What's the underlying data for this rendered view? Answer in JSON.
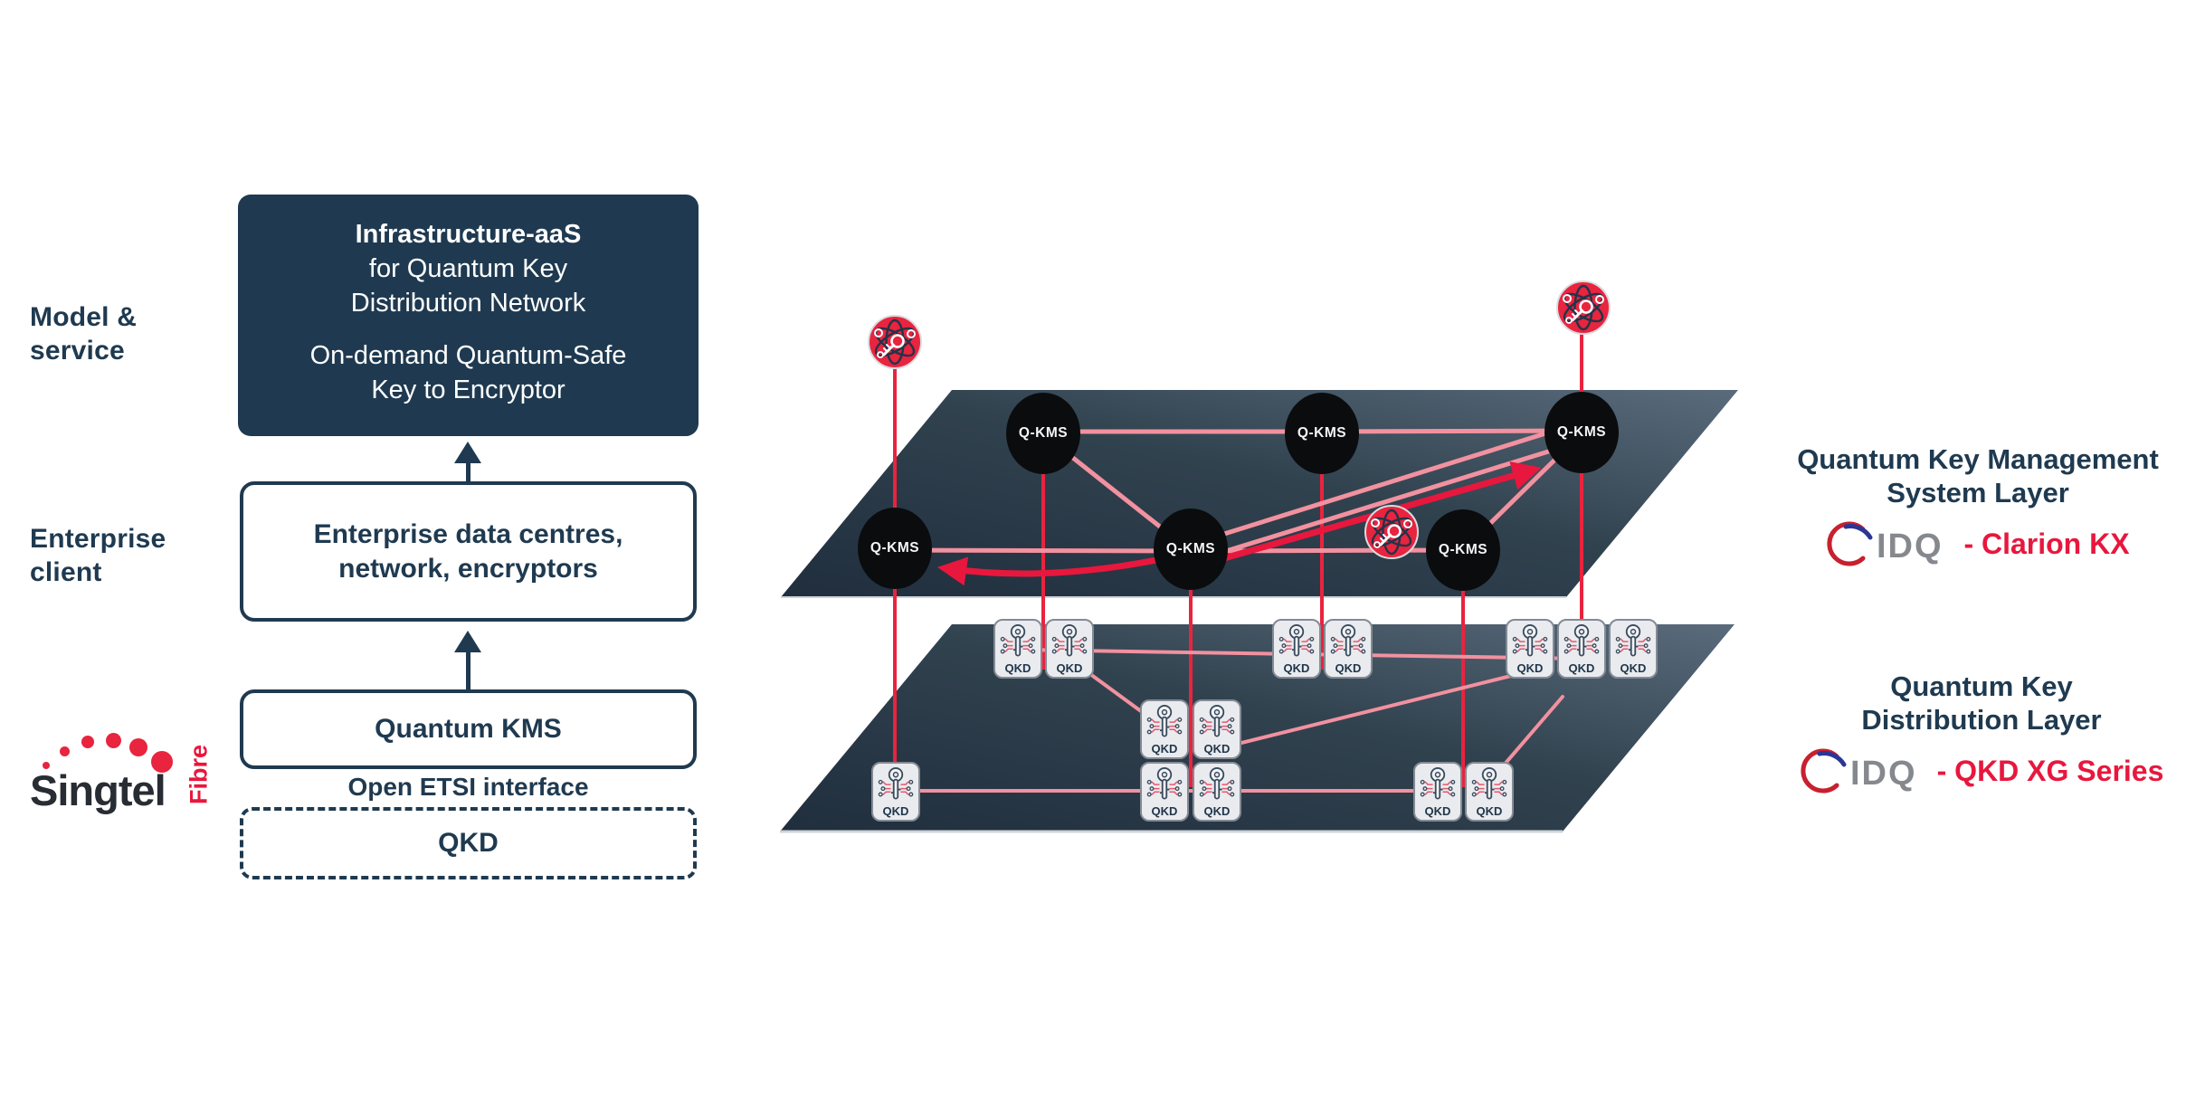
{
  "brand": {
    "singtel": "Singtel",
    "fibre": "Fibre"
  },
  "left_panel": {
    "model_service": [
      "Model &",
      "service"
    ],
    "infra_box": [
      "Infrastructure-aaS",
      "for Quantum Key",
      "Distribution Network",
      "On-demand Quantum-Safe",
      "Key to Encryptor"
    ],
    "enterprise_client": [
      "Enterprise",
      "client"
    ],
    "enterprise_box": [
      "Enterprise data centres,",
      "network, encryptors"
    ],
    "kms_box_label": "Quantum KMS",
    "etsi_label": "Open ETSI interface",
    "qkd_box_label": "QKD"
  },
  "diagram": {
    "kms_node_label": "Q-KMS",
    "qkd_node_label": "QKD",
    "kms_layer_title": [
      "Quantum Key Management",
      "System Layer"
    ],
    "kms_vendor": {
      "logo": "IDQ",
      "product": "- Clarion KX"
    },
    "qkd_layer_title": [
      "Quantum Key",
      "Distribution Layer"
    ],
    "qkd_vendor": {
      "logo": "IDQ",
      "product": "- QKD XG Series"
    }
  },
  "colors": {
    "navy": "#1f3a50",
    "crimson": "#e8173d",
    "pink": "#f2919f",
    "layer_dark": "#202e3d",
    "layer_light": "#5a6b7c",
    "node_black": "#0b0c0e"
  }
}
